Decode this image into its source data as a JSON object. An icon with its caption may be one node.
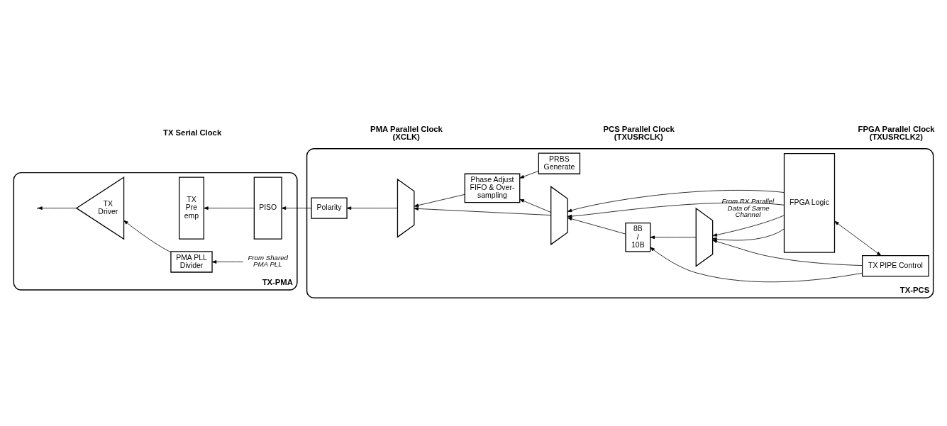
{
  "diagram": {
    "nodes": [
      {
        "text": [
          "TX-PMA"
        ]
      },
      {
        "text": [
          "TX-PCS"
        ]
      },
      {
        "text": [
          "TX Driver"
        ],
        "in": 0
      },
      {
        "text": [
          "TX Pre emp"
        ],
        "in": 0
      },
      {
        "text": [
          "PISO"
        ],
        "in": 0
      },
      {
        "text": [
          "PMA PLL Divider"
        ],
        "in": 0
      },
      {
        "text": [
          "From Shared PMA PLL"
        ],
        "in": 0
      },
      {
        "text": [
          "Polarity"
        ],
        "in": 1
      },
      {
        "text": [],
        "shape": "trapezoid",
        "in": 1
      },
      {
        "text": [
          "Phase Adjust FIFO & Over-sampling"
        ],
        "in": 1
      },
      {
        "text": [
          "PRBS Generate"
        ],
        "in": 1
      },
      {
        "text": [],
        "shape": "trapezoid",
        "in": 1
      },
      {
        "text": [
          "8B / 10B"
        ],
        "in": 1
      },
      {
        "text": [],
        "shape": "trapezoid",
        "in": 1
      },
      {
        "text": [
          "TX PIPE Control"
        ],
        "in": 1
      },
      {
        "text": [
          "FPGA Logic"
        ],
        "in": 1
      }
    ],
    "edges": [
      {
        "from": 2,
        "to": null,
        "arrow": "to"
      },
      {
        "from": 4,
        "to": 3,
        "arrow": "to"
      },
      {
        "from": 7,
        "to": 4,
        "arrow": "to"
      },
      {
        "from": 8,
        "to": 7,
        "arrow": "to"
      },
      {
        "from": 11,
        "to": 8,
        "arrow": "to"
      },
      {
        "from": 9,
        "to": 8,
        "arrow": "to"
      },
      {
        "from": 11,
        "to": 9,
        "arrow": "to"
      },
      {
        "from": 10,
        "to": 9,
        "arrow": "to"
      },
      {
        "from": 12,
        "to": 11,
        "arrow": "to"
      },
      {
        "from": 13,
        "to": 12,
        "arrow": "to"
      },
      {
        "from": 15,
        "to": 13,
        "arrow": "to",
        "label": "From RX Parallel Data of Same Channel"
      },
      {
        "from": 15,
        "to": 13,
        "arrow": "to"
      },
      {
        "from": 15,
        "to": 11,
        "arrow": "to"
      },
      {
        "from": 15,
        "to": 11,
        "arrow": "to"
      },
      {
        "from": 14,
        "to": 12,
        "arrow": "to"
      },
      {
        "from": 14,
        "to": 13,
        "arrow": "to"
      },
      {
        "from": 14,
        "to": 15,
        "arrow": "both"
      },
      {
        "from": 5,
        "to": 2,
        "arrow": "to"
      },
      {
        "from": 6,
        "to": 5,
        "arrow": "to"
      }
    ],
    "labels": [
      "TX Serial Clock",
      "PMA Parallel Clock (XCLK)",
      "PCS Parallel Clock (TXUSRCLK)",
      "FPGA Parallel Clock (TXUSRCLK2)"
    ]
  }
}
